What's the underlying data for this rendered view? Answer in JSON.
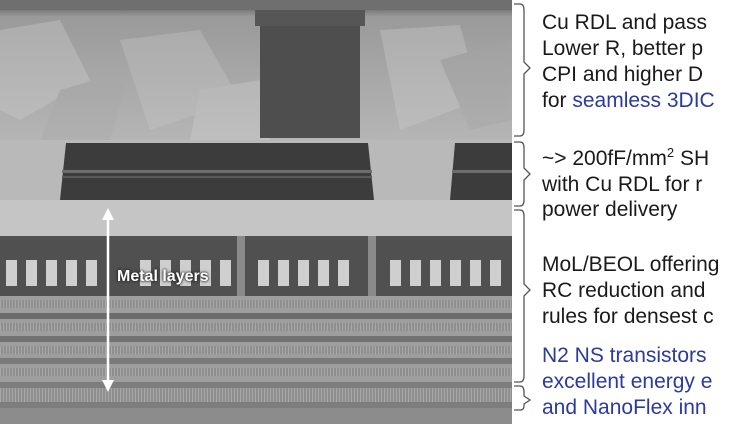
{
  "image": {
    "metal_layers_label": "Metal layers"
  },
  "annotations": [
    {
      "lines": [
        "Cu RDL and pass",
        "Lower R, better p",
        "CPI and higher D"
      ],
      "last_line_prefix": "for ",
      "last_line_highlight": "seamless 3DIC",
      "highlight_color": "#2b3a9c"
    },
    {
      "line1_prefix": "~> 200fF/mm",
      "line1_superscript": "2",
      "line1_suffix": " SH",
      "lines": [
        "with Cu RDL for r",
        "power delivery"
      ]
    },
    {
      "lines": [
        "MoL/BEOL offering",
        "RC reduction and",
        "rules for densest c"
      ]
    },
    {
      "lines": [
        "N2 NS transistors",
        "excellent energy e",
        "and NanoFlex inn"
      ],
      "color": "#2b3a9c"
    }
  ]
}
